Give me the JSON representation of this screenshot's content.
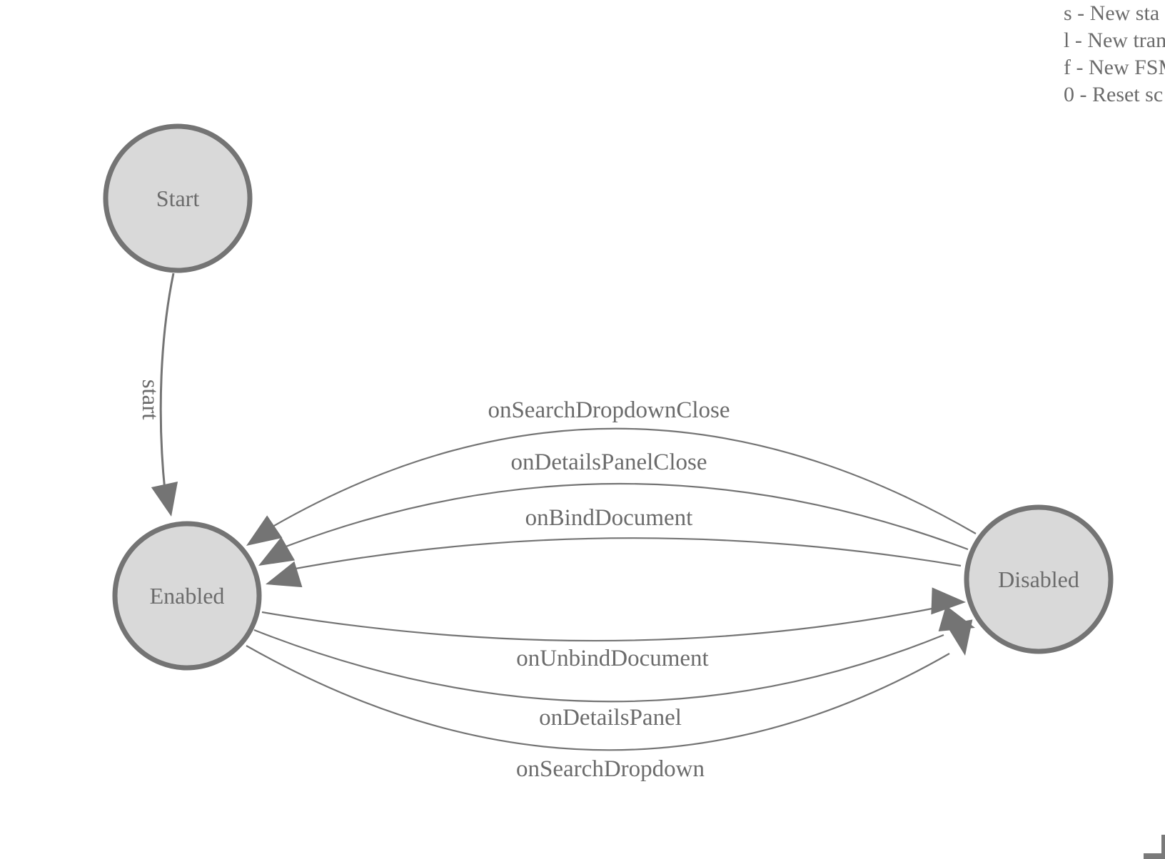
{
  "legend": {
    "items": [
      "s - New sta",
      "l - New tran",
      "f - New FSM",
      "0 - Reset sc"
    ]
  },
  "states": [
    {
      "id": "start",
      "label": "Start"
    },
    {
      "id": "enabled",
      "label": "Enabled"
    },
    {
      "id": "disabled",
      "label": "Disabled"
    }
  ],
  "transitions": [
    {
      "label": "start",
      "from": "Start",
      "to": "Enabled"
    },
    {
      "label": "onSearchDropdownClose",
      "from": "Disabled",
      "to": "Enabled"
    },
    {
      "label": "onDetailsPanelClose",
      "from": "Disabled",
      "to": "Enabled"
    },
    {
      "label": "onBindDocument",
      "from": "Disabled",
      "to": "Enabled"
    },
    {
      "label": "onUnbindDocument",
      "from": "Enabled",
      "to": "Disabled"
    },
    {
      "label": "onDetailsPanel",
      "from": "Enabled",
      "to": "Disabled"
    },
    {
      "label": "onSearchDropdown",
      "from": "Enabled",
      "to": "Disabled"
    }
  ],
  "colors": {
    "background": "#ffffff",
    "node_fill": "#d9d9d9",
    "node_stroke": "#747474",
    "edge": "#747474",
    "text": "#6b6b6b"
  }
}
